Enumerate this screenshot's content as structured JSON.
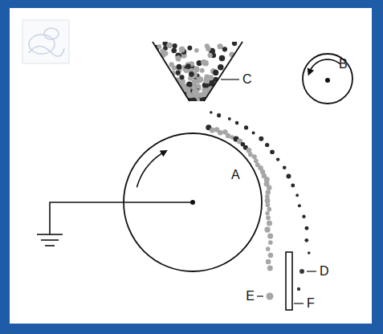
{
  "diagram": {
    "nodes": [
      {
        "text": [
          "A"
        ]
      },
      {
        "text": [
          "B"
        ]
      }
    ],
    "labels": [
      "C",
      "D",
      "E",
      "F"
    ]
  }
}
